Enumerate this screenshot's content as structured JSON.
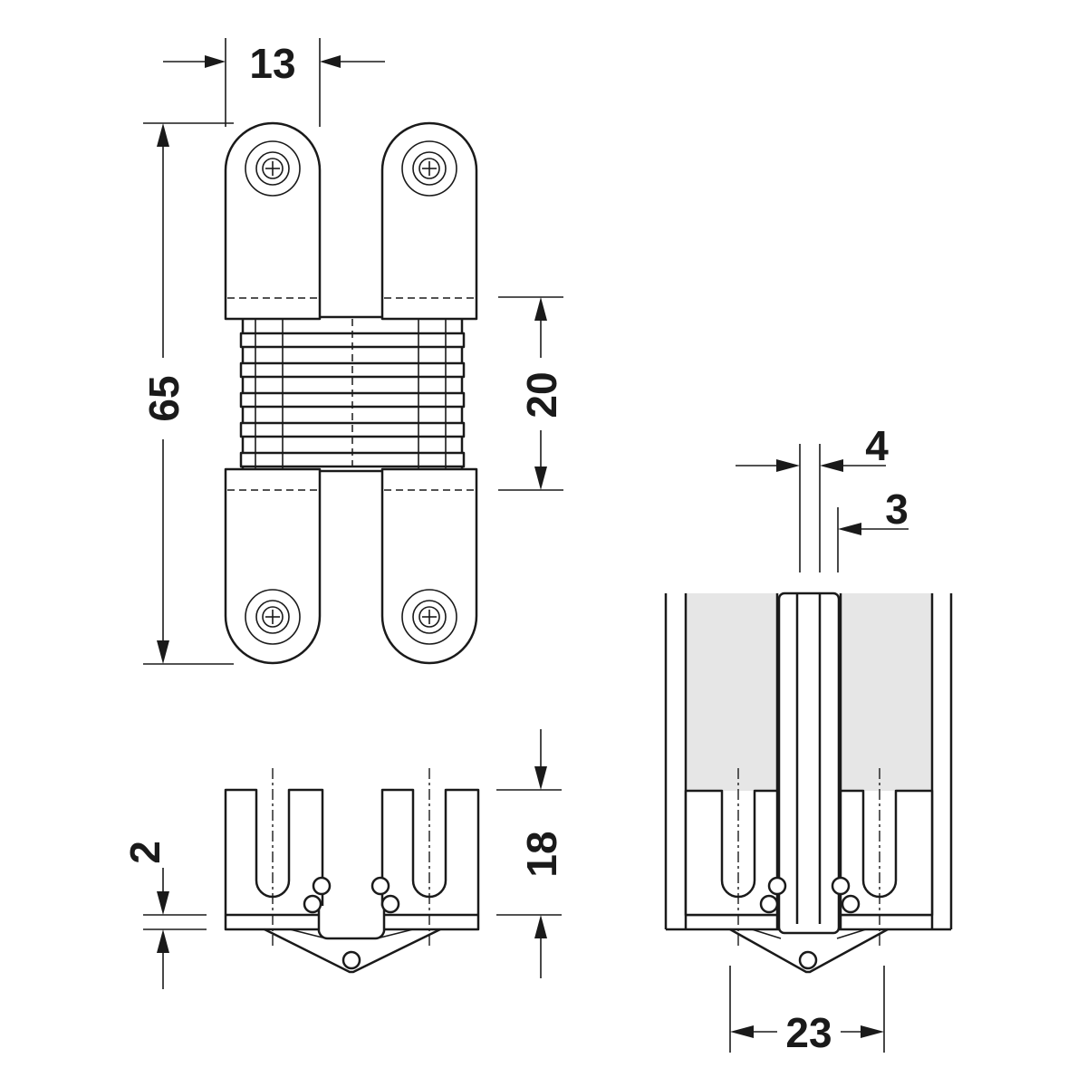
{
  "dimensions": {
    "hinge_width": "13",
    "hinge_length": "65",
    "knuckle_length": "20",
    "body_depth": "18",
    "plate_thickness": "2",
    "gap_outer": "4",
    "gap_inner": "3",
    "mortise_width": "23"
  }
}
